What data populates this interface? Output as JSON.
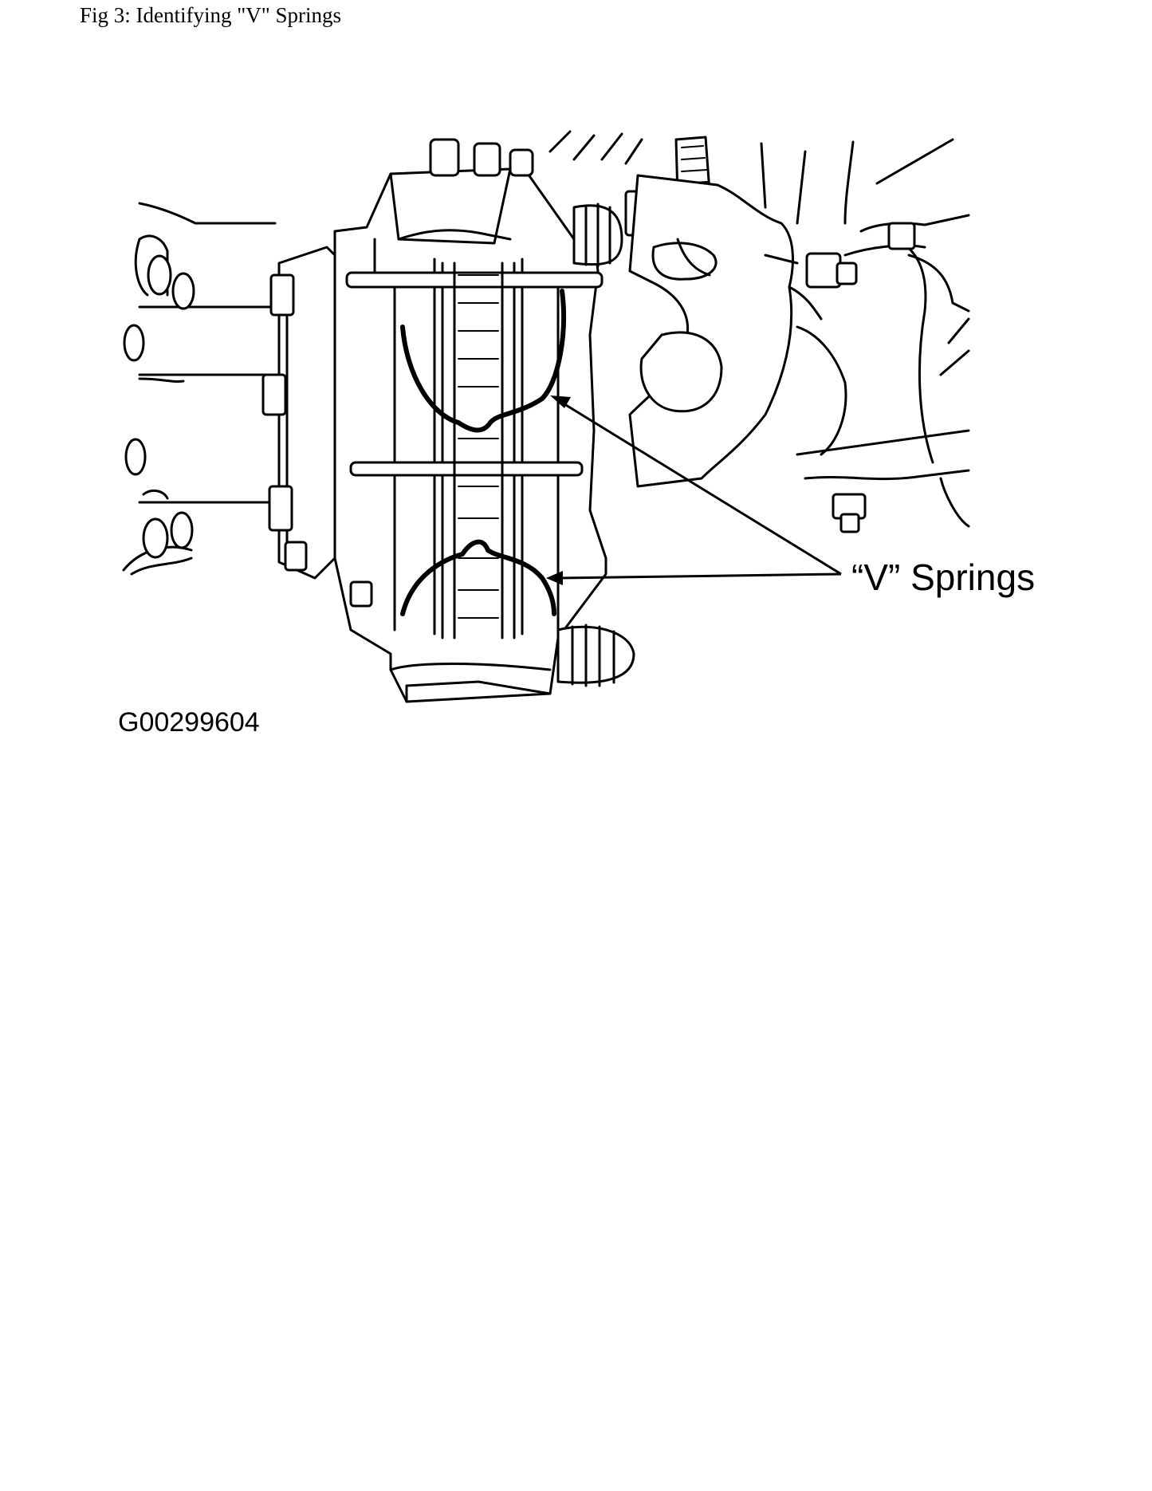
{
  "caption": "Fig 3: Identifying \"V\" Springs",
  "figure": {
    "callout_label": "“V” Springs",
    "figure_id": "G00299604"
  },
  "colors": {
    "ink": "#000000",
    "background": "#ffffff"
  }
}
